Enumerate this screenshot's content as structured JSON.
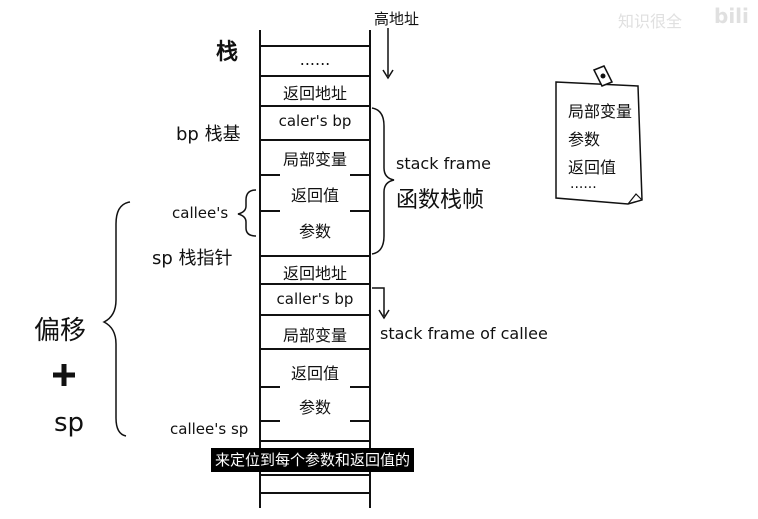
{
  "watermark": "知识很全",
  "watermark_logo": "bili",
  "labels": {
    "high_address": "高地址",
    "stack": "栈",
    "bp_base": "bp 栈基",
    "callees": "callee's",
    "sp_pointer": "sp 栈指针",
    "offset": "偏移",
    "plus": "+",
    "sp": "sp",
    "callee_sp": "callee's sp",
    "stack_frame": "stack frame",
    "func_frame": "函数栈帧",
    "stack_frame_callee": "stack frame of callee"
  },
  "cells": [
    "......",
    "返回地址",
    "caler's bp",
    "局部变量",
    "返回值",
    "参数",
    "返回地址",
    "caller's bp",
    "局部变量",
    "返回值",
    "参数"
  ],
  "note": {
    "lines": [
      "局部变量",
      "参数",
      "返回值",
      "......"
    ]
  },
  "subtitle": "来定位到每个参数和返回值的"
}
